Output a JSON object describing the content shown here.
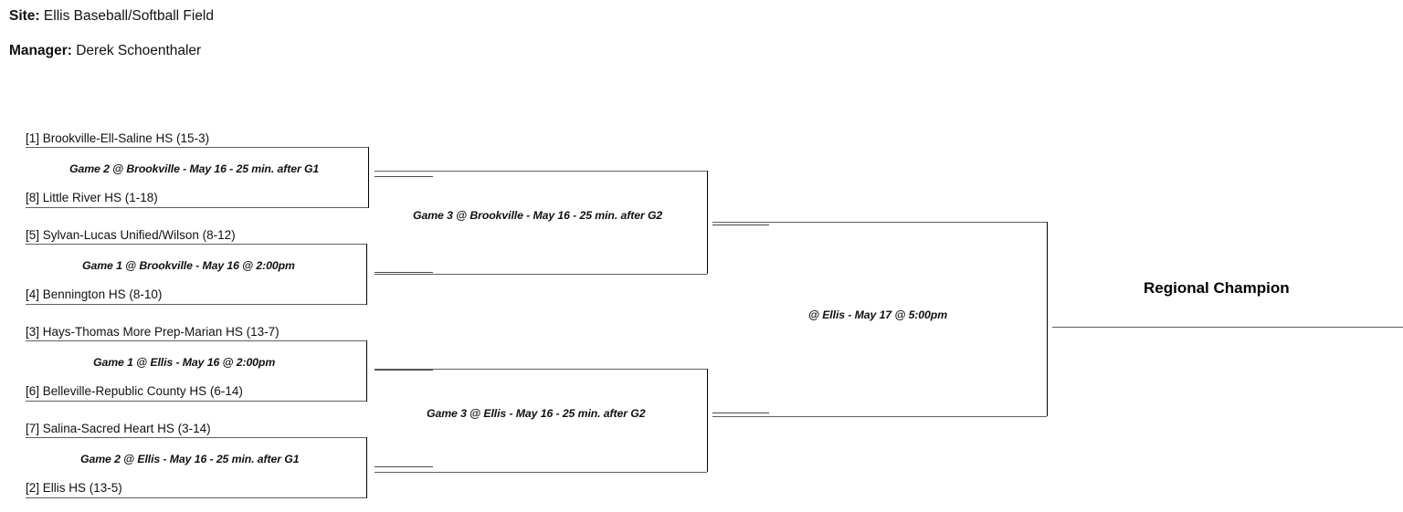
{
  "header": {
    "site_label": "Site:",
    "site_value": "Ellis Baseball/Softball Field",
    "manager_label": "Manager:",
    "manager_value": "Derek Schoenthaler"
  },
  "bracket": {
    "round1": [
      {
        "top_team": "[1] Brookville-Ell-Saline HS   (15-3)",
        "bottom_team": "[8] Little River HS  (1-18)",
        "game": "Game 2 @ Brookville - May 16 - 25 min. after G1"
      },
      {
        "top_team": "[5] Sylvan-Lucas Unified/Wilson   (8-12)",
        "bottom_team": "[4] Bennington HS  (8-10)",
        "game": "Game 1 @ Brookville - May 16 @ 2:00pm"
      },
      {
        "top_team": "[3] Hays-Thomas More Prep-Marian HS   (13-7)",
        "bottom_team": "[6] Belleville-Republic County HS  (6-14)",
        "game": "Game 1 @ Ellis - May 16 @ 2:00pm"
      },
      {
        "top_team": "[7] Salina-Sacred Heart HS   (3-14)",
        "bottom_team": "[2] Ellis HS  (13-5)",
        "game": "Game 2 @ Ellis - May 16 - 25 min. after G1"
      }
    ],
    "semifinals": [
      {
        "game": "Game 3 @ Brookville - May 16 - 25 min. after G2"
      },
      {
        "game": "Game 3 @ Ellis - May 16 - 25 min. after G2"
      }
    ],
    "final": {
      "game": "@ Ellis - May 17 @ 5:00pm"
    },
    "champion": {
      "title": "Regional Champion"
    }
  },
  "colors": {
    "background": "#ffffff",
    "text": "#111111",
    "line_dark": "#000000",
    "line_gray": "#5f5f5f"
  }
}
